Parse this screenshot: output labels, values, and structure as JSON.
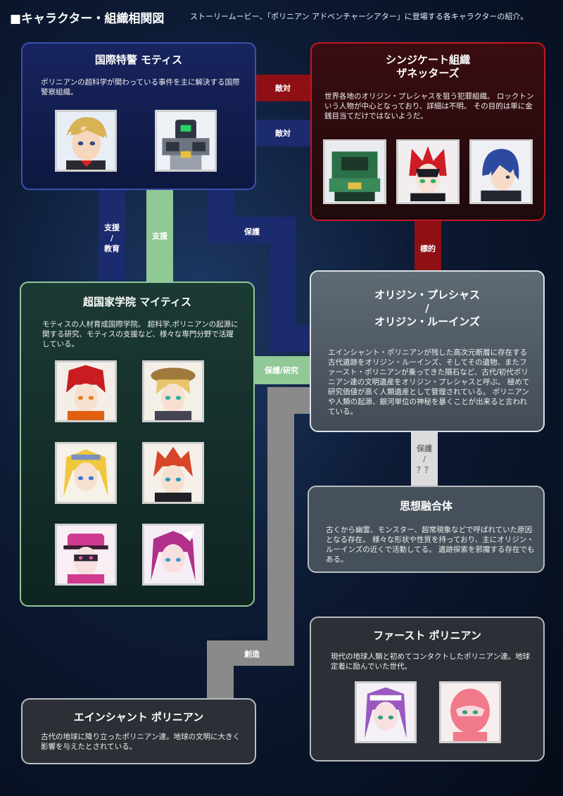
{
  "header": {
    "title": "■キャラクター・組織相関図",
    "description": "ストーリームービー、「ポリニアン アドベンチャーシアター」に登場する各キャラクターの紹介。"
  },
  "colors": {
    "motis": "#1c2a6e",
    "zanettas": "#8e0f14",
    "maitis": "#90c896",
    "origin": "#5e6a74",
    "gray_conn": "#8a8a8a"
  },
  "relations": {
    "enemy1": "敵対",
    "enemy2": "敵対",
    "support_edu": "支援\n/\n教育",
    "support": "支援",
    "protect": "保護",
    "target": "標的",
    "protect_research": "保護/研究",
    "protect_unknown": "保護\n/\n？？",
    "create": "創造"
  },
  "boxes": {
    "motis": {
      "title": "国際特警 モティス",
      "desc": "ポリニアンの超科学が関わっている事件を主に解決する国際警察組織。",
      "portraits": [
        "blonde-officer-portrait",
        "robot-mech-portrait"
      ]
    },
    "zanettas": {
      "title": "シンジケート組織\nザネッターズ",
      "desc": "世界各地のオリジン・プレシャスを狙う犯罪組織。 ロックトンいう人物が中心となっており、詳細は不明。 その目的は単に金銭目当てだけではないようだ。",
      "portraits": [
        "green-mech-portrait",
        "red-helmet-portrait",
        "blue-hair-portrait"
      ]
    },
    "maitis": {
      "title": "超国家学院 マイティス",
      "desc": "モティスの人材育成国際学院。 超科学,ポリニアンの起源に関する研究、モティスの支援など、様々な専門分野で活躍している。",
      "portraits": [
        "red-armor-girl-portrait",
        "hat-girl-portrait",
        "blonde-girl-portrait",
        "redhair-girl-portrait",
        "pink-cap-girl-portrait",
        "purple-hair-girl-portrait"
      ]
    },
    "origin": {
      "title": "オリジン・プレシャス\n/\nオリジン・ルーインズ",
      "desc": "エインシャント・ポリニアンが残した高次元断層に存在する古代遺跡をオリジン・ルーインズ、そしてその遺物、またファースト・ポリニアンが乗ってきた隕石など、古代/初代ポリニアン達の文明遺産をオリジン・プレシャスと呼ぶ。 極めて研究価値が高く人類遺産として管理されている。 ポリニアンや人類の起源、銀河単位の神秘を暴くことが出来ると言われている。"
    },
    "shiso": {
      "title": "思想融合体",
      "desc": "古くから幽霊、モンスター、超常現象などで呼ばれていた原因となる存在。 様々な形状や性質を持っており、主にオリジン・ルーインズの近くで活動してる。 遺跡探索を邪魔する存在でもある。"
    },
    "first": {
      "title": "ファースト ポリニアン",
      "desc": "現代の地球人類と初めてコンタクトしたポリニアン達。地球定着に励んでいた世代。",
      "portraits": [
        "purple-first-portrait",
        "pink-first-portrait"
      ]
    },
    "ancient": {
      "title": "エインシャント ポリニアン",
      "desc": "古代の地球に降り立ったポリニアン達。地球の文明に大きく影響を与えたとされている。"
    }
  }
}
